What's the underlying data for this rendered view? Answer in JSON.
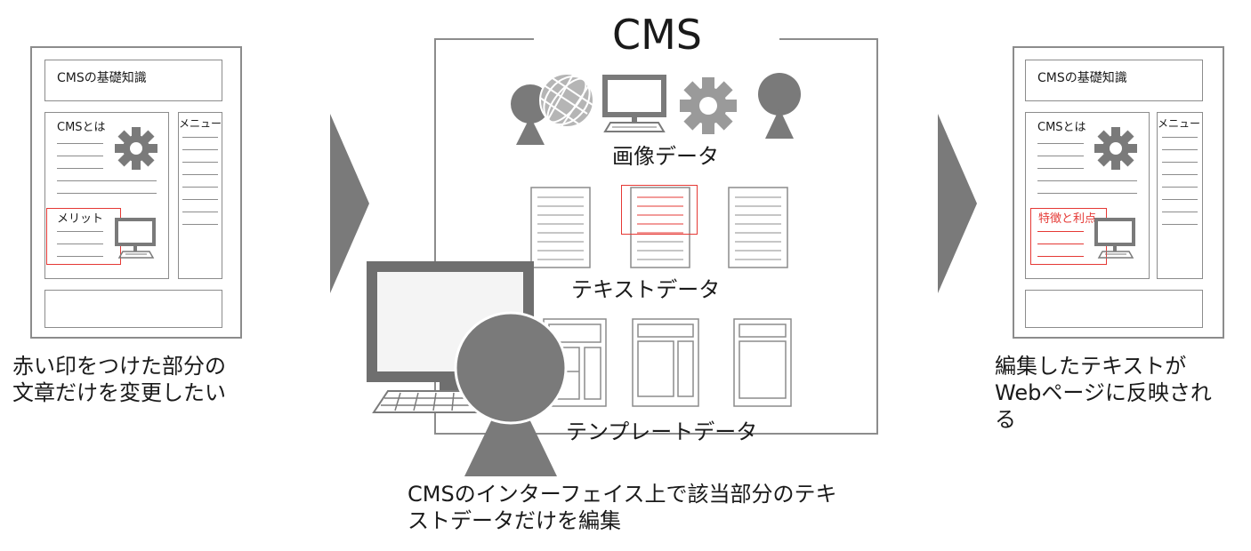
{
  "left_page": {
    "title": "CMSの基礎知識",
    "section_title": "CMSとは",
    "menu_label": "メニュー",
    "highlight_label": "メリット",
    "caption_line1": "赤い印をつけた部分の",
    "caption_line2": "文章だけを変更したい"
  },
  "cms_panel": {
    "title": "CMS",
    "image_data_label": "画像データ",
    "text_data_label": "テキストデータ",
    "template_data_label": "テンプレートデータ",
    "caption_line1": "CMSのインターフェイス上で該当部分のテキ",
    "caption_line2": "ストデータだけを編集"
  },
  "right_page": {
    "title": "CMSの基礎知識",
    "section_title": "CMSとは",
    "menu_label": "メニュー",
    "highlight_label": "特徴と利点",
    "caption_line1": "編集したテキストが",
    "caption_line2": "Webページに反映され",
    "caption_line3": "る"
  },
  "colors": {
    "gray": "#7a7a7a",
    "light_gray": "#b5b5b5",
    "border": "#8c8c8c",
    "red": "#e53935"
  }
}
